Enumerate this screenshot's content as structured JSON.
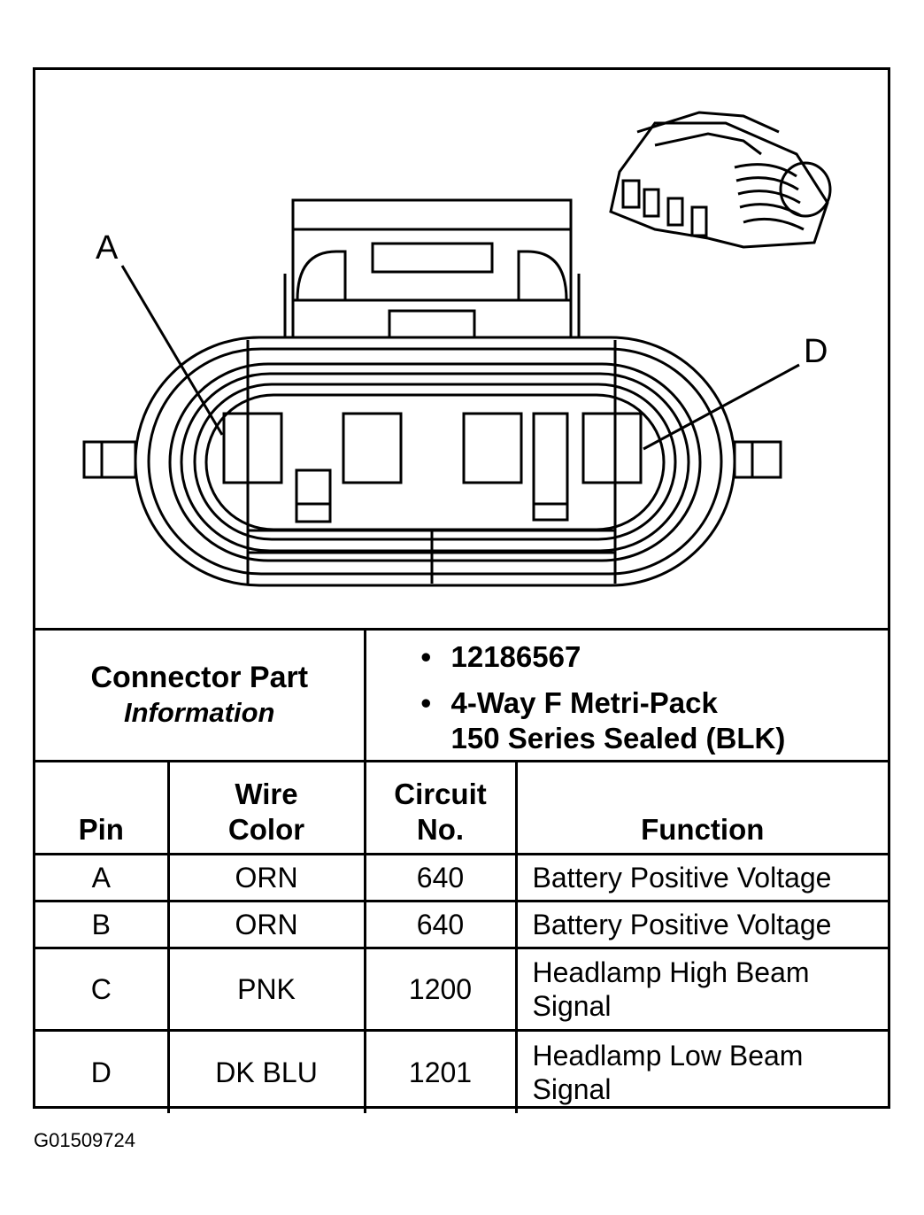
{
  "diagram": {
    "pin_labels": [
      "A",
      "D"
    ]
  },
  "connector_info": {
    "label_line1": "Connector Part",
    "label_line2": "Information",
    "items": [
      "12186567",
      "4-Way F Metri-Pack\n150 Series Sealed (BLK)"
    ]
  },
  "table": {
    "headers": [
      "Pin",
      "Wire\nColor",
      "Circuit\nNo.",
      "Function"
    ],
    "rows": [
      {
        "pin": "A",
        "color": "ORN",
        "circuit": "640",
        "function": "Battery Positive Voltage"
      },
      {
        "pin": "B",
        "color": "ORN",
        "circuit": "640",
        "function": "Battery Positive Voltage"
      },
      {
        "pin": "C",
        "color": "PNK",
        "circuit": "1200",
        "function": "Headlamp High Beam\nSignal"
      },
      {
        "pin": "D",
        "color": "DK BLU",
        "circuit": "1201",
        "function": "Headlamp Low Beam\nSignal"
      }
    ]
  },
  "figure_id": "G01509724"
}
